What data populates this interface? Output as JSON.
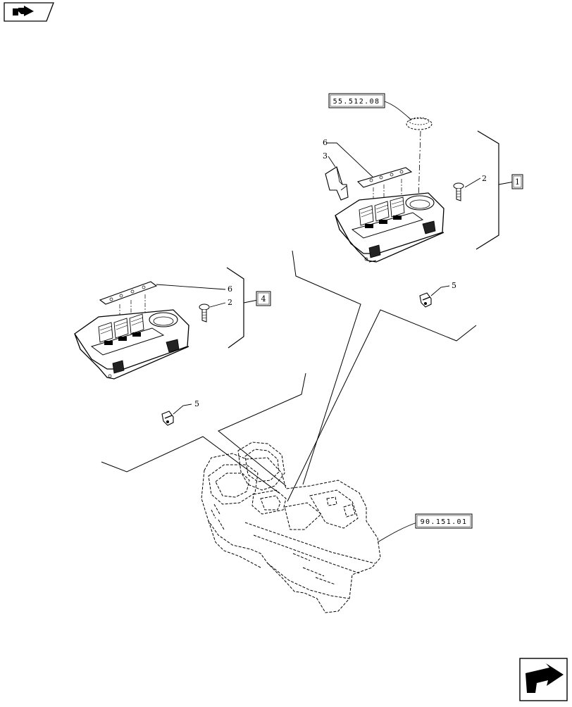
{
  "diagram": {
    "references": {
      "ref_top": "55.512.08",
      "ref_console": "90.151.01"
    },
    "callouts": {
      "c6_right": "6",
      "c3": "3",
      "c2_right": "2",
      "c5_right": "5",
      "c6_left": "6",
      "c2_left": "2",
      "c5_left": "5"
    },
    "boxed_items": {
      "box_1": "1",
      "box_4": "4"
    }
  },
  "icons": {
    "top_left": "previous-page-icon",
    "bottom_right": "next-page-icon"
  }
}
